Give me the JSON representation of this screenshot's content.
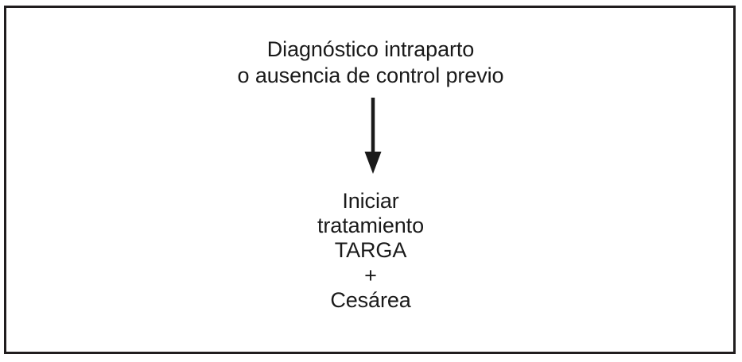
{
  "figure": {
    "type": "flowchart",
    "language": "es",
    "border_color": "#201d1e",
    "background_color": "#ffffff",
    "text_color": "#1a1a1a"
  },
  "nodes": {
    "diagnosis": {
      "name": "diagnosis-node",
      "lines": [
        "Diagnóstico intraparto",
        "o ausencia de control previo"
      ]
    },
    "treatment": {
      "name": "treatment-node",
      "lines": [
        "Iniciar",
        "tratamiento",
        "TARGA",
        "+",
        "Cesárea"
      ]
    }
  },
  "connectors": [
    {
      "name": "arrow-diagnosis-to-treatment",
      "icon": "down-arrow-icon",
      "from": "diagnosis",
      "to": "treatment",
      "direction": "down",
      "style": "solid-line-filled-head",
      "color": "#1a1a1a"
    }
  ]
}
